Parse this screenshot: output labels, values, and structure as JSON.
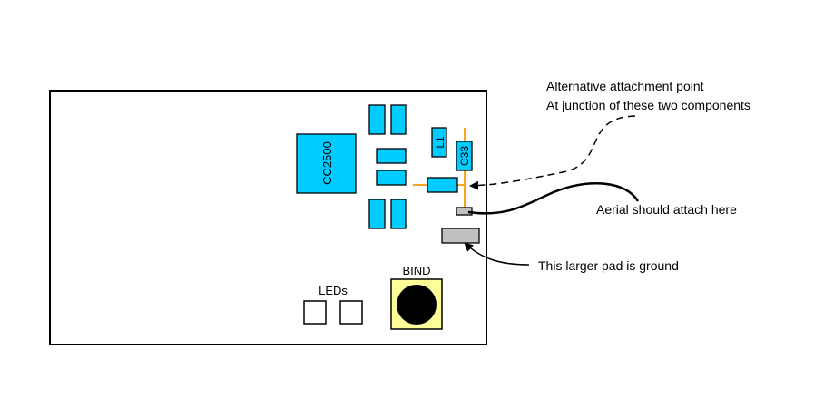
{
  "labels": {
    "chip": "CC2500",
    "l1": "L1",
    "c33": "C33",
    "leds": "LEDs",
    "bind": "BIND",
    "alt_line1": "Alternative attachment point",
    "alt_line2": "At junction of these two components",
    "aerial": "Aerial should attach here",
    "ground": "This larger pad is ground"
  },
  "colors": {
    "component": "#00ccff",
    "trace": "#f5a623",
    "pad": "#c0c0c0",
    "bind_button": "#ffff99"
  }
}
